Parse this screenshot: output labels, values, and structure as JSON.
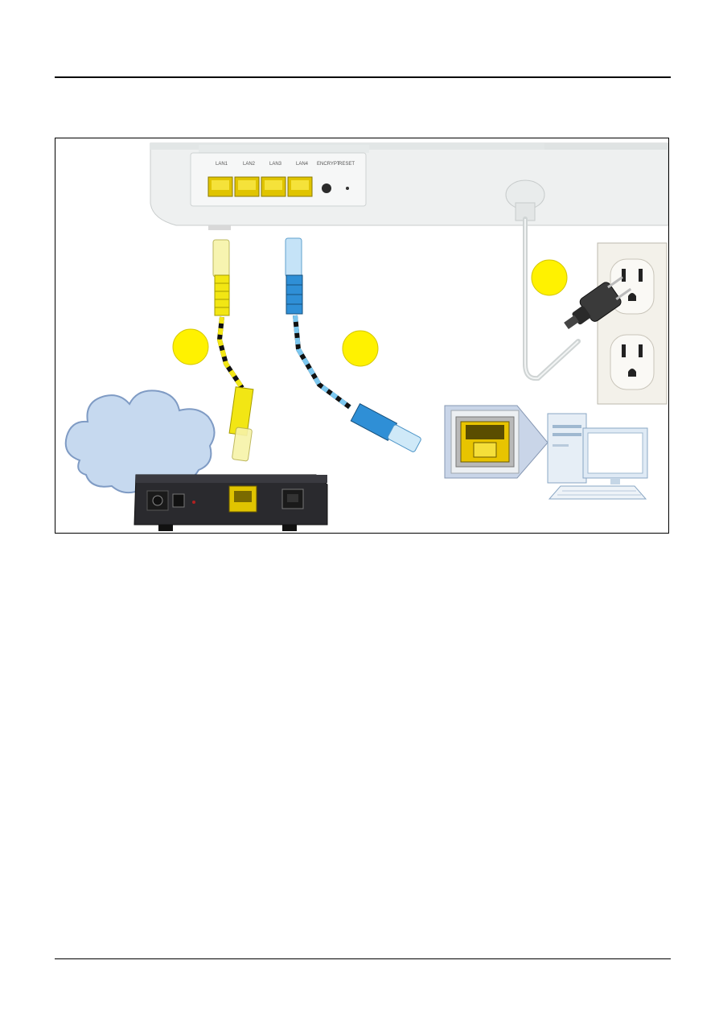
{
  "figure": {
    "router_port_labels": [
      "LAN1",
      "LAN2",
      "LAN3",
      "LAN4",
      "ENCRYPT",
      "RESET"
    ],
    "colors": {
      "yellow_cable": "#f2e614",
      "blue_cable": "#2f8fd6",
      "step_marker": "#fff200",
      "cloud": "#c6d9ef",
      "router_body": "#eef0f0",
      "modem_body": "#2a2a2e"
    },
    "icons": [
      "router-icon",
      "ethernet-cable-icon",
      "cloud-icon",
      "modem-icon",
      "power-plug-icon",
      "wall-outlet-icon",
      "computer-icon",
      "ethernet-port-icon"
    ]
  }
}
